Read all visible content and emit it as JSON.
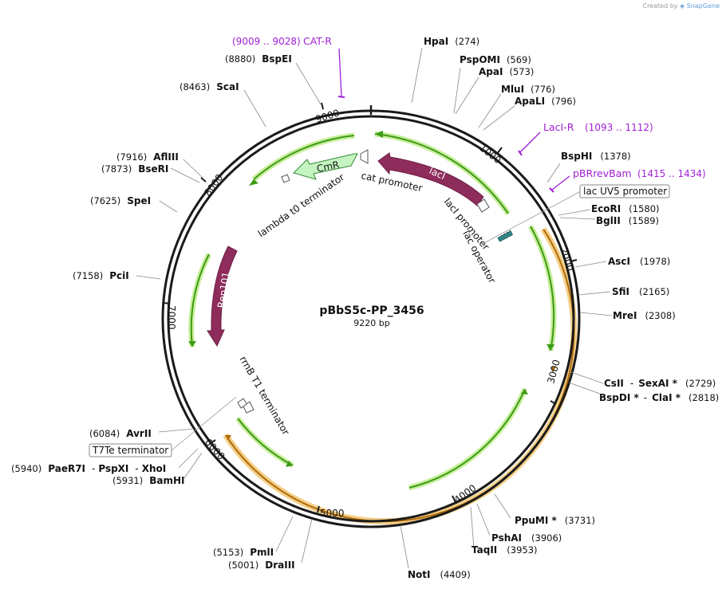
{
  "credit": {
    "prefix": "Created by",
    "brand": "SnapGene"
  },
  "plasmid": {
    "name": "pBbS5c-PP_3456",
    "size_label": "9220 bp",
    "length": 9220
  },
  "ticks": [
    "1000",
    "2000",
    "3000",
    "4000",
    "5000",
    "6000",
    "7000",
    "8000",
    "9000"
  ],
  "sites": [
    {
      "name": "HpaI",
      "pos": "(274)"
    },
    {
      "name": "PspOMI",
      "pos": "(569)"
    },
    {
      "name": "ApaI",
      "pos": "(573)"
    },
    {
      "name": "MluI",
      "pos": "(776)"
    },
    {
      "name": "ApaLI",
      "pos": "(796)"
    },
    {
      "name": "BspHI",
      "pos": "(1378)"
    },
    {
      "name": "EcoRI",
      "pos": "(1580)"
    },
    {
      "name": "BglII",
      "pos": "(1589)"
    },
    {
      "name": "AscI",
      "pos": "(1978)"
    },
    {
      "name": "SfiI",
      "pos": "(2165)"
    },
    {
      "name": "MreI",
      "pos": "(2308)"
    },
    {
      "name": "CsII",
      "sep": "-",
      "name2": "SexAI *",
      "pos": "(2729)"
    },
    {
      "name": "BspDI *",
      "sep": "-",
      "name2": "ClaI *",
      "pos": "(2818)"
    },
    {
      "name": "PpuMI *",
      "pos": "(3731)"
    },
    {
      "name": "PshAI",
      "pos": "(3906)"
    },
    {
      "name": "TaqII",
      "pos": "(3953)"
    },
    {
      "name": "NotI",
      "pos": "(4409)"
    },
    {
      "name": "DraIII",
      "pos": "(5001)"
    },
    {
      "name": "PmlI",
      "pos": "(5153)"
    },
    {
      "name": "BamHI",
      "pos": "(5931)"
    },
    {
      "name": "PaeR7I",
      "sep": "-",
      "name2": "PspXI",
      "sep2": "-",
      "name3": "XhoI",
      "pos": "(5940)"
    },
    {
      "name": "AvrII",
      "pos": "(6084)"
    },
    {
      "name": "PciI",
      "pos": "(7158)"
    },
    {
      "name": "SpeI",
      "pos": "(7625)"
    },
    {
      "name": "BseRI",
      "pos": "(7873)"
    },
    {
      "name": "AflIII",
      "pos": "(7916)"
    },
    {
      "name": "ScaI",
      "pos": "(8463)"
    },
    {
      "name": "BspEI",
      "pos": "(8880)"
    }
  ],
  "primers": [
    {
      "range": "(9009 .. 9028)",
      "name": "CAT-R"
    },
    {
      "name": "LacI-R",
      "range": "(1093 .. 1112)"
    },
    {
      "name": "pBRrevBam",
      "range": "(1415 .. 1434)"
    }
  ],
  "boxed_features": [
    "lac UV5 promoter",
    "T7Te terminator"
  ],
  "features": {
    "cmr": "CmR",
    "laci": "lacI",
    "rep101": "Rep101",
    "cat_promoter": "cat promoter",
    "lambda_term": "lambda t0 terminator",
    "laci_promoter": "lacI promoter",
    "lac_operator": "lac operator",
    "rrnb": "rrnB T1 terminator"
  },
  "colors": {
    "backbone": "#1a1a1a",
    "orf_arrow": "#3d9a17",
    "orf_glow": "#c8ef9c",
    "gene_fill": "#8e2c5c",
    "cmr_fill": "#c4f5c0",
    "cmr_stroke": "#3a8a3a",
    "insert_arrow": "#b06a0a",
    "insert_glow": "#f3cf88",
    "primer": "#a11fd6",
    "operator": "#2f8a8a"
  }
}
